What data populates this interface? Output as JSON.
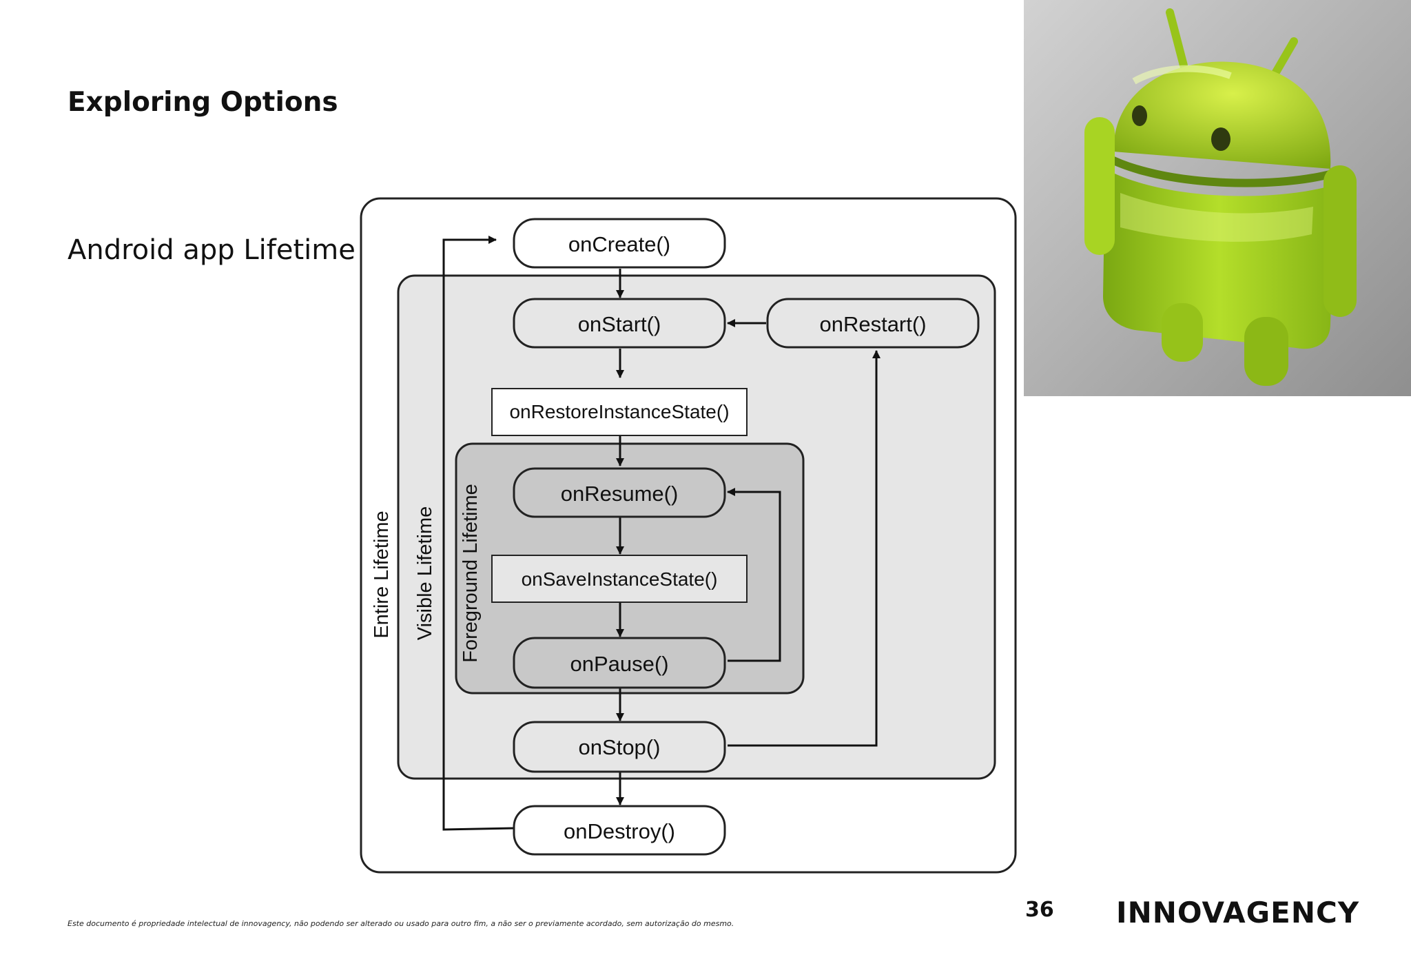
{
  "slide": {
    "title": "Exploring Options",
    "subtitle": "Android app Lifetime",
    "page_number": "36",
    "logo_text": "INNOVAGENCY",
    "footer_note": "Este documento é propriedade intelectual de innovagency, não podendo ser alterado ou usado para outro fim, a não ser o previamente acordado, sem autorização do mesmo."
  },
  "mascot": {
    "icon": "android-robot-icon",
    "body_color": "#9ccc1c",
    "background_color": "#a9a9a9"
  },
  "diagram": {
    "regions": {
      "entire": "Entire Lifetime",
      "visible": "Visible Lifetime",
      "foreground": "Foreground Lifetime"
    },
    "nodes": {
      "on_create": "onCreate()",
      "on_start": "onStart()",
      "on_restart": "onRestart()",
      "on_restore_instance_state": "onRestoreInstanceState()",
      "on_resume": "onResume()",
      "on_save_instance_state": "onSaveInstanceState()",
      "on_pause": "onPause()",
      "on_stop": "onStop()",
      "on_destroy": "onDestroy()"
    },
    "colors": {
      "entire_fill": "#ffffff",
      "visible_fill": "#e6e6e6",
      "foreground_fill": "#c8c8c8"
    }
  }
}
